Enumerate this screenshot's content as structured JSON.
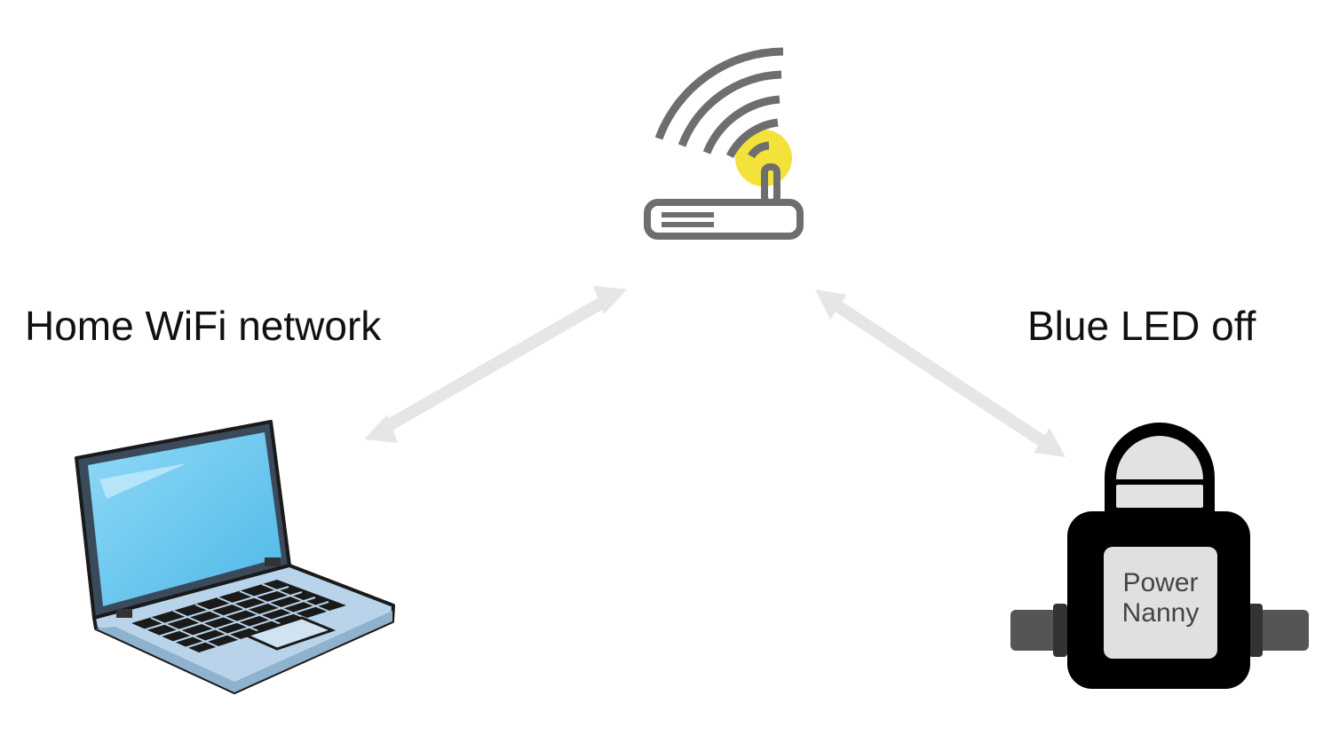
{
  "labels": {
    "network": "Home WiFi network",
    "led_status": "Blue LED off"
  },
  "devices": {
    "router": {
      "icon": "wifi-router-icon"
    },
    "laptop": {
      "icon": "laptop-icon"
    },
    "power_nanny": {
      "icon": "power-nanny-device-icon",
      "label_line1": "Power",
      "label_line2": "Nanny"
    }
  },
  "colors": {
    "router_gray": "#6e6e6e",
    "signal_dot": "#f2e23a",
    "arrow": "#e6e6e6",
    "laptop_screen": "#7fd0f4",
    "laptop_body": "#b9d4ea",
    "device_body": "#000000",
    "device_plate": "#e0e0e0"
  }
}
